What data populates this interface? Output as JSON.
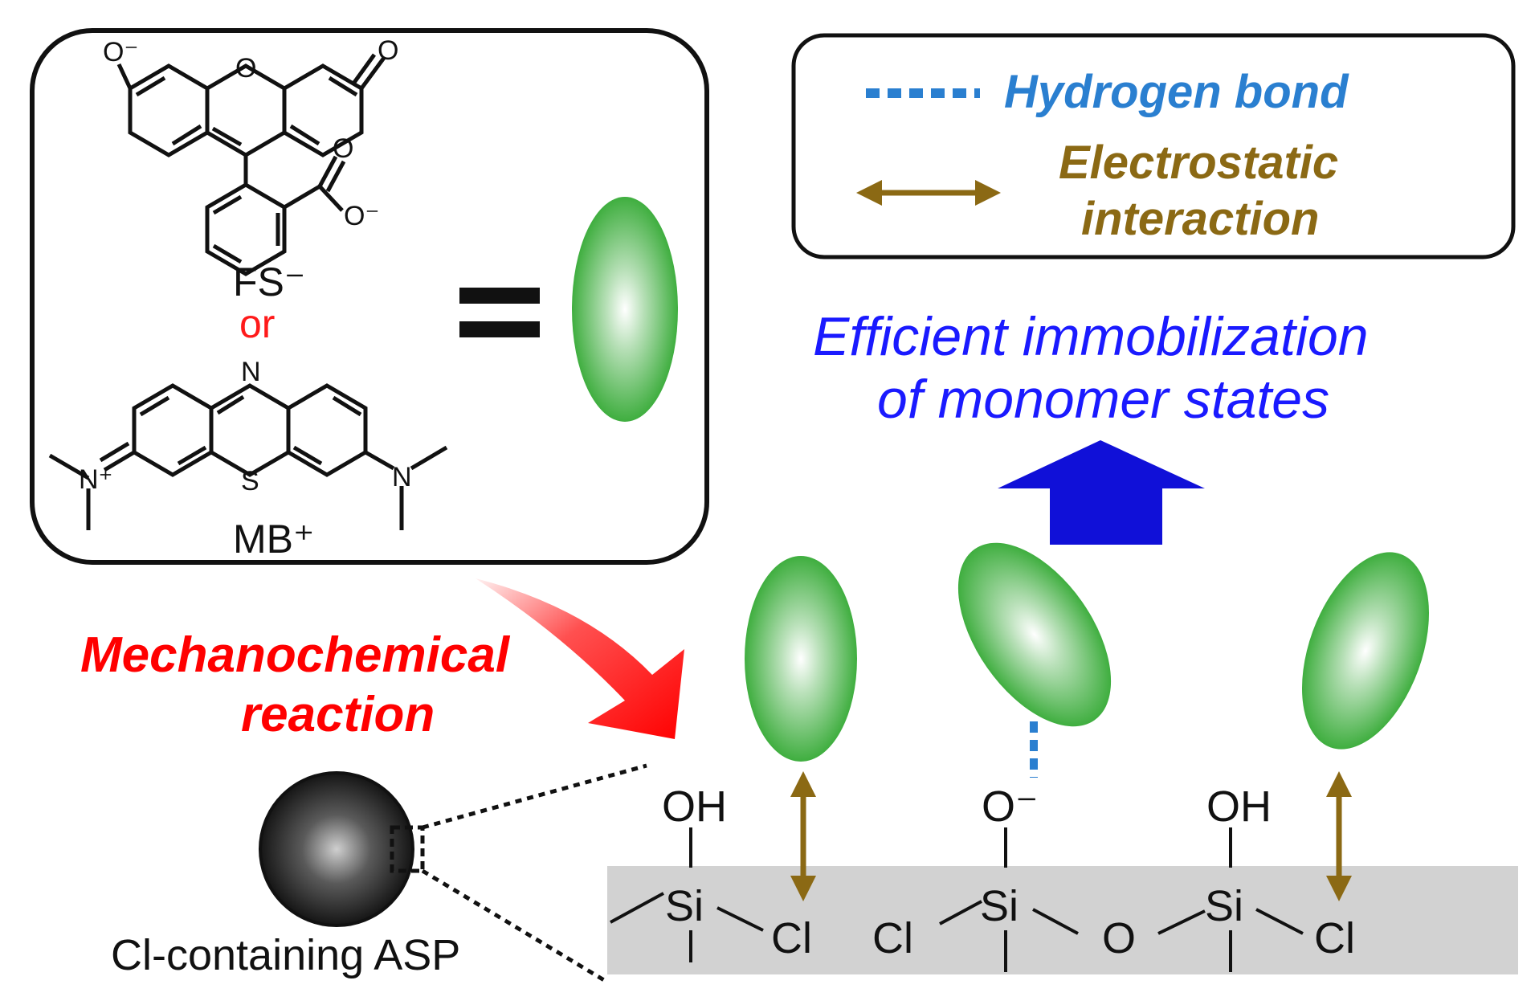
{
  "colors": {
    "particle_green": "#3fae3f",
    "hydrogen_bond": "#2a7fd0",
    "electrostatic": "#8b6914",
    "mechanochemical": "#ff0000",
    "immobilization": "#1a1aff",
    "arrow_blue": "#1010d8",
    "or_red": "#ff1a1a",
    "substrate_gray": "#d2d2d2"
  },
  "dyes": {
    "fs_label": "FS⁻",
    "or_label": "or",
    "mb_label": "MB⁺",
    "equals": "="
  },
  "fs_structure_atoms": {
    "phenolate": "O⁻",
    "ring_oxygen": "O",
    "ketone": "O",
    "carboxyl_o": "O",
    "carboxyl_ominus": "O⁻"
  },
  "mb_structure_atoms": {
    "ring_nitrogen": "N",
    "ring_sulfur": "S",
    "left_amine": "N⁺",
    "right_amine": "N"
  },
  "legend": {
    "hydrogen_bond": "Hydrogen bond",
    "electrostatic_line1": "Electrostatic",
    "electrostatic_line2": "interaction"
  },
  "result": {
    "line1": "Efficient immobilization",
    "line2": "of monomer states"
  },
  "process": {
    "line1": "Mechanochemical",
    "line2": "reaction"
  },
  "particle_label": "Cl-containing ASP",
  "surface_atoms": {
    "oh1": "OH",
    "si1": "Si",
    "cl1": "Cl",
    "o_minus": "O⁻",
    "cl2": "Cl",
    "si2": "Si",
    "o_bridge": "O",
    "oh2": "OH",
    "si3": "Si",
    "cl3": "Cl"
  }
}
